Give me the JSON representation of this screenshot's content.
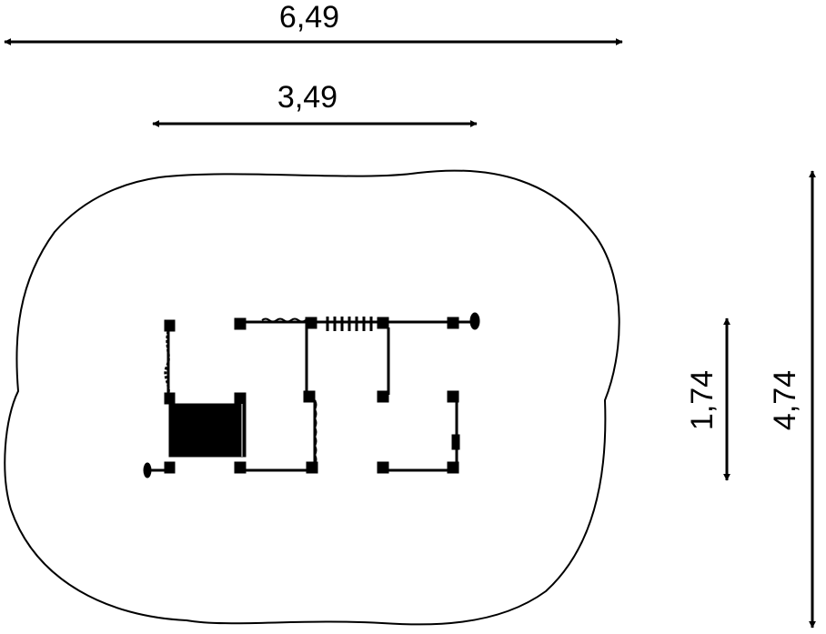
{
  "dimensions": {
    "overall_width": "6,49",
    "equipment_width": "3,49",
    "equipment_depth": "1,74",
    "overall_depth": "4,74"
  },
  "colors": {
    "line": "#000000",
    "background": "#ffffff"
  }
}
